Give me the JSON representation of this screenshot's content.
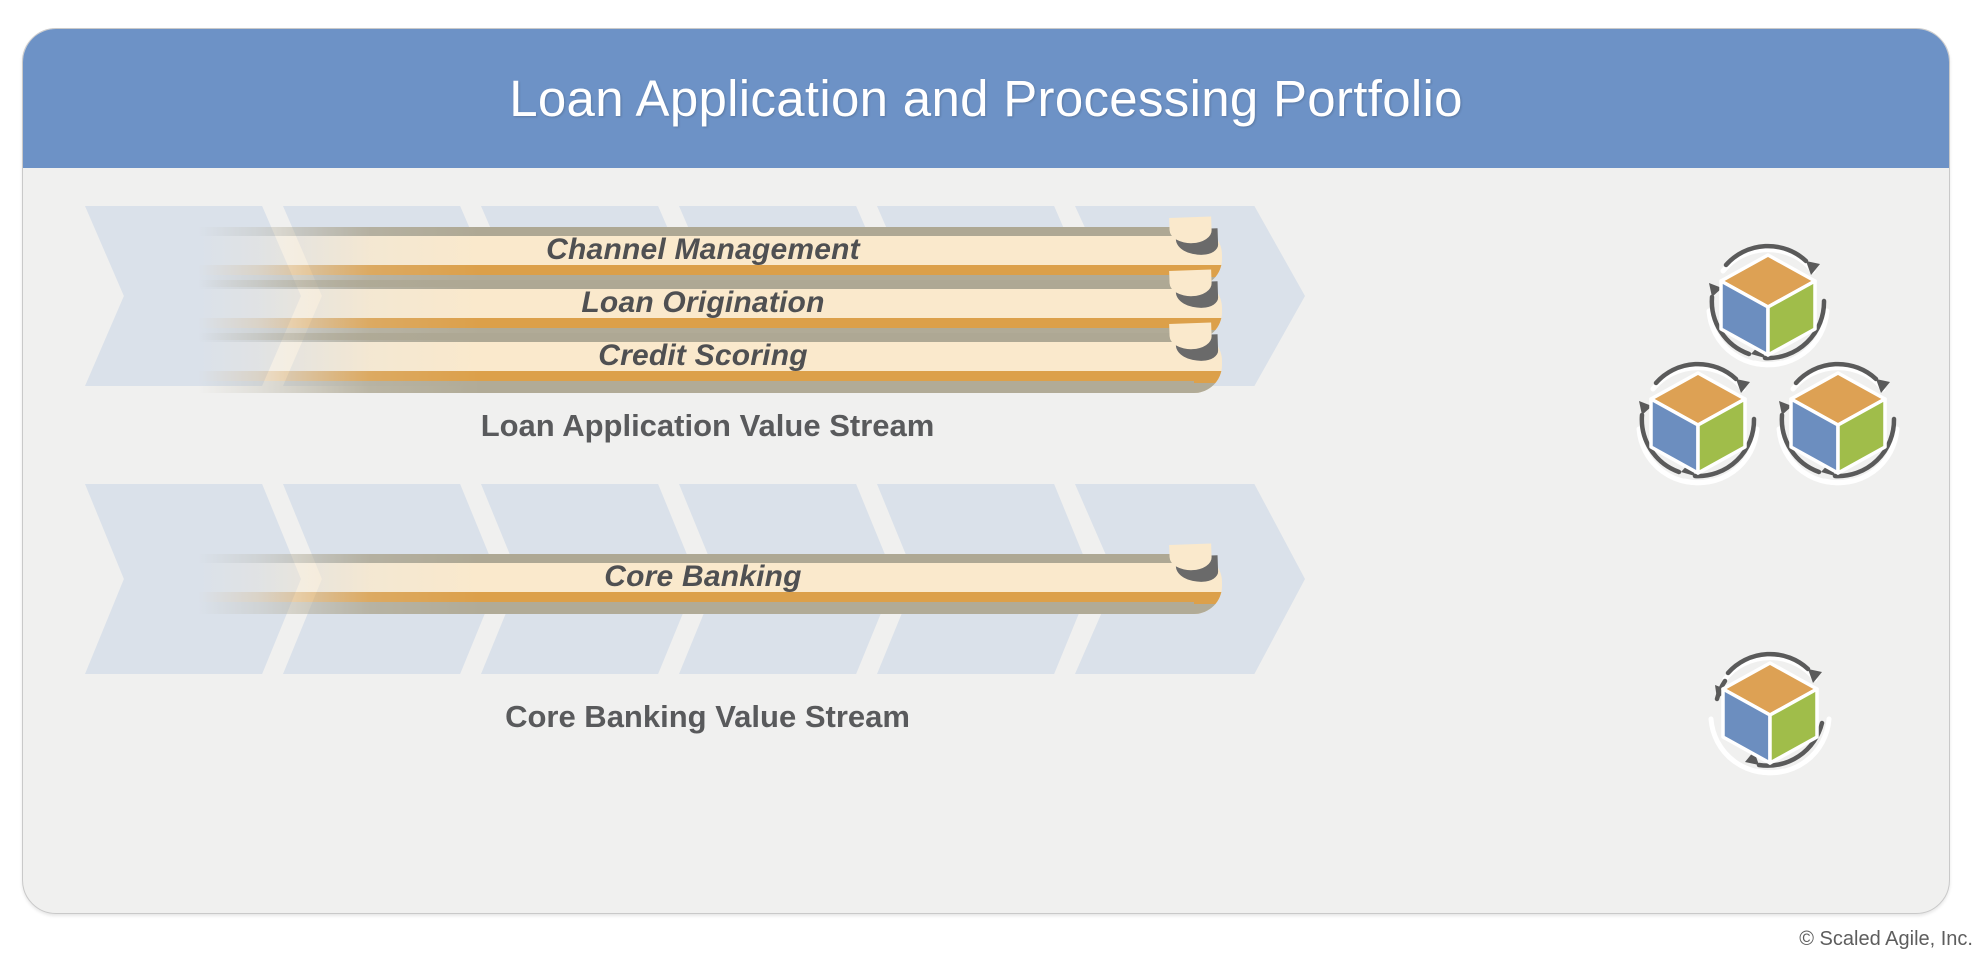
{
  "page": {
    "background": "#ffffff",
    "card_background": "#f0f0ef",
    "card_border": "#c9c9c9"
  },
  "header": {
    "title": "Loan Application and Processing Portfolio",
    "background": "#6d92c6",
    "text_color": "#ffffff"
  },
  "colors": {
    "chevron": "#dae1ea",
    "ribbon_body": "#fae9cc",
    "ribbon_stripe": "#dca04a",
    "ribbon_edge": "#b1ab97",
    "label_text": "#4f5052",
    "caption_text": "#595a5c",
    "cube_top": "#dda154",
    "cube_left": "#6c8ebf",
    "cube_right": "#a0bd4a",
    "cube_outline": "#ffffff",
    "arrow": "#5a5a5a"
  },
  "value_streams": [
    {
      "id": "loan-application",
      "caption": "Loan Application Value Stream",
      "chevron_count": 6,
      "arts": [
        {
          "id": "channel-management",
          "label": "Channel Management"
        },
        {
          "id": "loan-origination",
          "label": "Loan Origination"
        },
        {
          "id": "credit-scoring",
          "label": "Credit Scoring"
        }
      ],
      "solutions": [
        {
          "id": "solution-1",
          "icon": "cube-with-circular-arrows-icon"
        },
        {
          "id": "solution-2",
          "icon": "cube-with-circular-arrows-icon"
        },
        {
          "id": "solution-3",
          "icon": "cube-with-circular-arrows-icon"
        }
      ]
    },
    {
      "id": "core-banking",
      "caption": "Core Banking Value Stream",
      "chevron_count": 6,
      "arts": [
        {
          "id": "core-banking-art",
          "label": "Core Banking"
        }
      ],
      "solutions": [
        {
          "id": "solution-4",
          "icon": "cube-with-circular-arrows-icon"
        }
      ]
    }
  ],
  "footer": {
    "copyright": "© Scaled Agile, Inc."
  }
}
